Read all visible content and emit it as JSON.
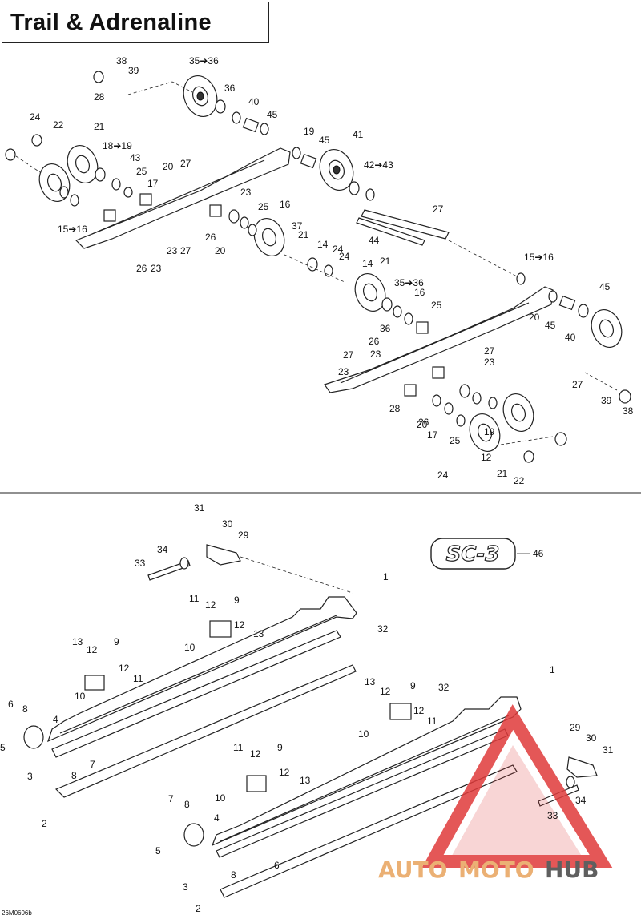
{
  "title": "Trail & Adrenaline",
  "drawing_code": "26M0606b",
  "logo_text": "SC-3",
  "watermark": {
    "auto": "AUTO",
    "moto": "MOTO",
    "hub": "HUB",
    "colors": {
      "auto": "#e8a35c",
      "moto": "#e8a35c",
      "hub": "#444444",
      "triangle": "#e03a3a"
    }
  },
  "labels_top": [
    "35➔36",
    "38",
    "39",
    "28",
    "36",
    "40",
    "45",
    "24",
    "22",
    "21",
    "18➔19",
    "19",
    "45",
    "41",
    "42➔43",
    "43",
    "25",
    "17",
    "20",
    "27",
    "23",
    "25",
    "16",
    "15➔16",
    "26",
    "20",
    "26",
    "23",
    "27",
    "23",
    "27",
    "44",
    "37",
    "21",
    "14",
    "24",
    "24",
    "14",
    "21",
    "15➔16",
    "45",
    "35➔36",
    "16",
    "25",
    "20",
    "45",
    "40",
    "36",
    "26",
    "23",
    "27",
    "23",
    "27",
    "23",
    "27",
    "39",
    "38",
    "28",
    "20",
    "26",
    "17",
    "25",
    "19",
    "12",
    "21",
    "22",
    "24",
    "18➔19"
  ],
  "labels_bottom": [
    "31",
    "30",
    "29",
    "34",
    "33",
    "46",
    "1",
    "11",
    "12",
    "9",
    "12",
    "13",
    "10",
    "32",
    "13",
    "12",
    "9",
    "12",
    "11",
    "10",
    "1",
    "32",
    "13",
    "12",
    "9",
    "12",
    "11",
    "10",
    "6",
    "8",
    "4",
    "5",
    "3",
    "7",
    "8",
    "11",
    "12",
    "9",
    "12",
    "13",
    "10",
    "29",
    "30",
    "31",
    "34",
    "33",
    "7",
    "8",
    "4",
    "5",
    "6",
    "8",
    "3",
    "2",
    "2"
  ]
}
